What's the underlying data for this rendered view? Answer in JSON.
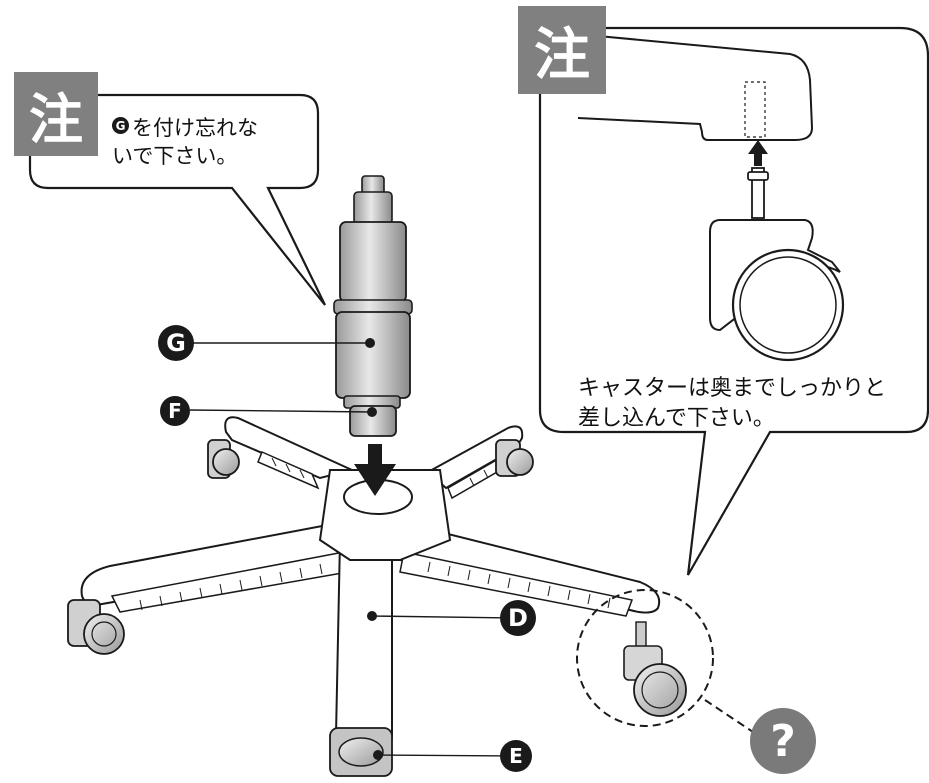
{
  "note_left": {
    "badge": "注",
    "marker": "G",
    "line1": "を付け忘れな",
    "line2": "いで下さい。"
  },
  "note_right": {
    "badge": "注",
    "line1": "キャスターは奥までしっかりと",
    "line2": "差し込んで下さい。"
  },
  "parts": {
    "G": "G",
    "F": "F",
    "D": "D",
    "E": "E"
  },
  "help": "?",
  "colors": {
    "badge_gray": "#808080",
    "marker_dark": "#1a1a1a",
    "outline": "#1a1a1a",
    "shade": "#d6d6d6",
    "help_gray": "#7a7a7a"
  },
  "icons": {
    "help": "question-mark-icon",
    "arrow": "down-arrow-icon"
  }
}
